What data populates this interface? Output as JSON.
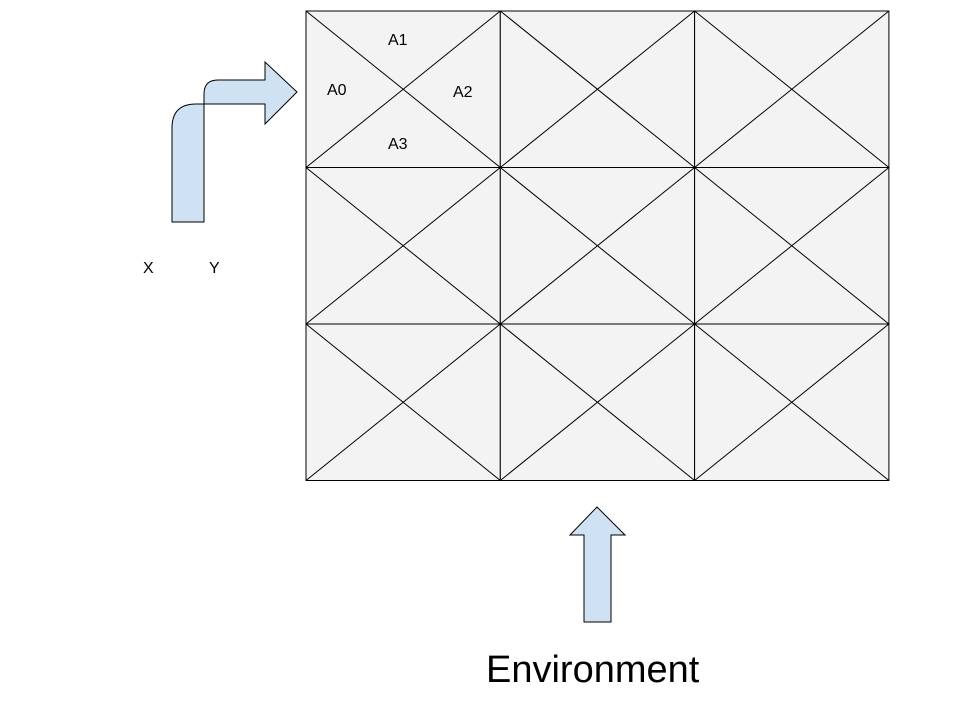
{
  "diagram": {
    "grid": {
      "rows": 3,
      "cols": 3
    },
    "cell_labels": {
      "a0": "A0",
      "a1": "A1",
      "a2": "A2",
      "a3": "A3"
    },
    "axis_labels": {
      "x": "X",
      "y": "Y"
    },
    "environment_label": "Environment"
  },
  "colors": {
    "cell_fill": "#f3f3f3",
    "line": "#000000",
    "arrow_fill": "#cfe2f3",
    "arrow_stroke": "#000000"
  }
}
